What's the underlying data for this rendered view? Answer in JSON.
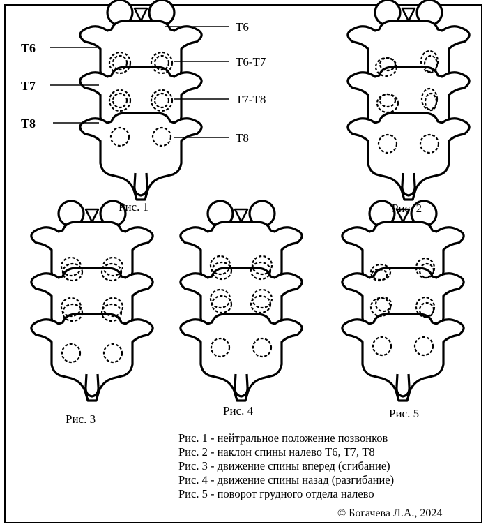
{
  "labels": {
    "left": [
      "T6",
      "T7",
      "T8"
    ],
    "right": [
      "T6",
      "T6-T7",
      "T7-T8",
      "T8"
    ]
  },
  "captions": [
    "Рис. 1",
    "Рис. 2",
    "Рис. 3",
    "Рис. 4",
    "Рис. 5"
  ],
  "legend": [
    "Рис. 1 - нейтральное положение позвонков",
    "Рис. 2 - наклон спины налево Т6, Т7, Т8",
    "Рис. 3 - движение спины вперед (сгибание)",
    "Рис. 4 - движение спины назад (разгибание)",
    "Рис. 5 - поворот грудного отдела налево"
  ],
  "copyright": "© Богачева Л.А., 2024",
  "colors": {
    "stroke": "#000000",
    "background": "#ffffff"
  }
}
